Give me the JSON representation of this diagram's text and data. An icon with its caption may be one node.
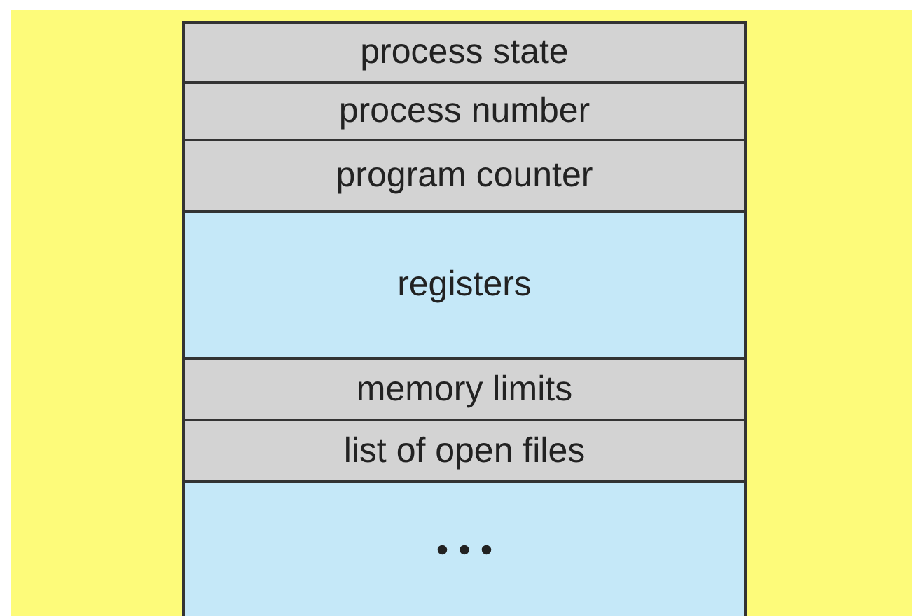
{
  "diagram": {
    "nodes": [
      {
        "text": [
          "process state"
        ]
      },
      {
        "text": [
          "process number"
        ]
      },
      {
        "text": [
          "program counter"
        ]
      },
      {
        "text": [
          "registers"
        ]
      },
      {
        "text": [
          "memory limits"
        ]
      },
      {
        "text": [
          "list of open files"
        ]
      },
      {
        "text": [
          "• • •"
        ]
      }
    ]
  }
}
